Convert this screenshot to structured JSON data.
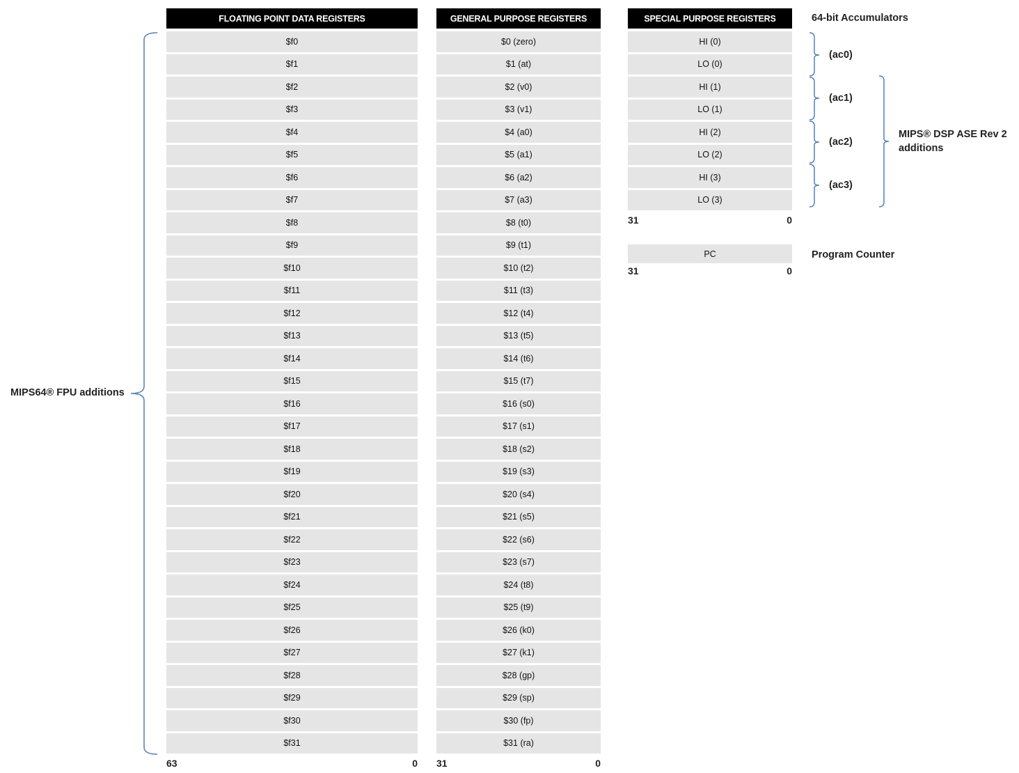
{
  "floating_point": {
    "title": "FLOATING POINT DATA REGISTERS",
    "registers": [
      "$f0",
      "$f1",
      "$f2",
      "$f3",
      "$f4",
      "$f5",
      "$f6",
      "$f7",
      "$f8",
      "$f9",
      "$f10",
      "$f11",
      "$f12",
      "$f13",
      "$f14",
      "$f15",
      "$f16",
      "$f17",
      "$f18",
      "$f19",
      "$f20",
      "$f21",
      "$f22",
      "$f23",
      "$f24",
      "$f25",
      "$f26",
      "$f27",
      "$f28",
      "$f29",
      "$f30",
      "$f31"
    ],
    "bit_high": "63",
    "bit_low": "0"
  },
  "general_purpose": {
    "title": "GENERAL PURPOSE REGISTERS",
    "registers": [
      "$0 (zero)",
      "$1 (at)",
      "$2 (v0)",
      "$3 (v1)",
      "$4 (a0)",
      "$5 (a1)",
      "$6 (a2)",
      "$7 (a3)",
      "$8 (t0)",
      "$9 (t1)",
      "$10 (t2)",
      "$11 (t3)",
      "$12 (t4)",
      "$13 (t5)",
      "$14 (t6)",
      "$15 (t7)",
      "$16 (s0)",
      "$17 (s1)",
      "$18 (s2)",
      "$19 (s3)",
      "$20 (s4)",
      "$21 (s5)",
      "$22 (s6)",
      "$23 (s7)",
      "$24 (t8)",
      "$25 (t9)",
      "$26 (k0)",
      "$27 (k1)",
      "$28 (gp)",
      "$29 (sp)",
      "$30 (fp)",
      "$31 (ra)"
    ],
    "bit_high": "31",
    "bit_low": "0"
  },
  "special_purpose": {
    "title": "SPECIAL PURPOSE REGISTERS",
    "registers": [
      "HI (0)",
      "LO (0)",
      "HI (1)",
      "LO (1)",
      "HI (2)",
      "LO (2)",
      "HI (3)",
      "LO (3)"
    ],
    "bit_high": "31",
    "bit_low": "0"
  },
  "program_counter": {
    "register": "PC",
    "bit_high": "31",
    "bit_low": "0",
    "label": "Program Counter"
  },
  "annotations": {
    "accumulators_heading": "64-bit Accumulators",
    "accumulators": [
      "(ac0)",
      "(ac1)",
      "(ac2)",
      "(ac3)"
    ],
    "dsp_line1": "MIPS® DSP ASE Rev 2",
    "dsp_line2": "additions",
    "fpu": "MIPS64® FPU additions"
  },
  "colors": {
    "header_bg": "#000000",
    "cell_bg": "#e5e5e5",
    "bracket": "#4f81bd"
  }
}
